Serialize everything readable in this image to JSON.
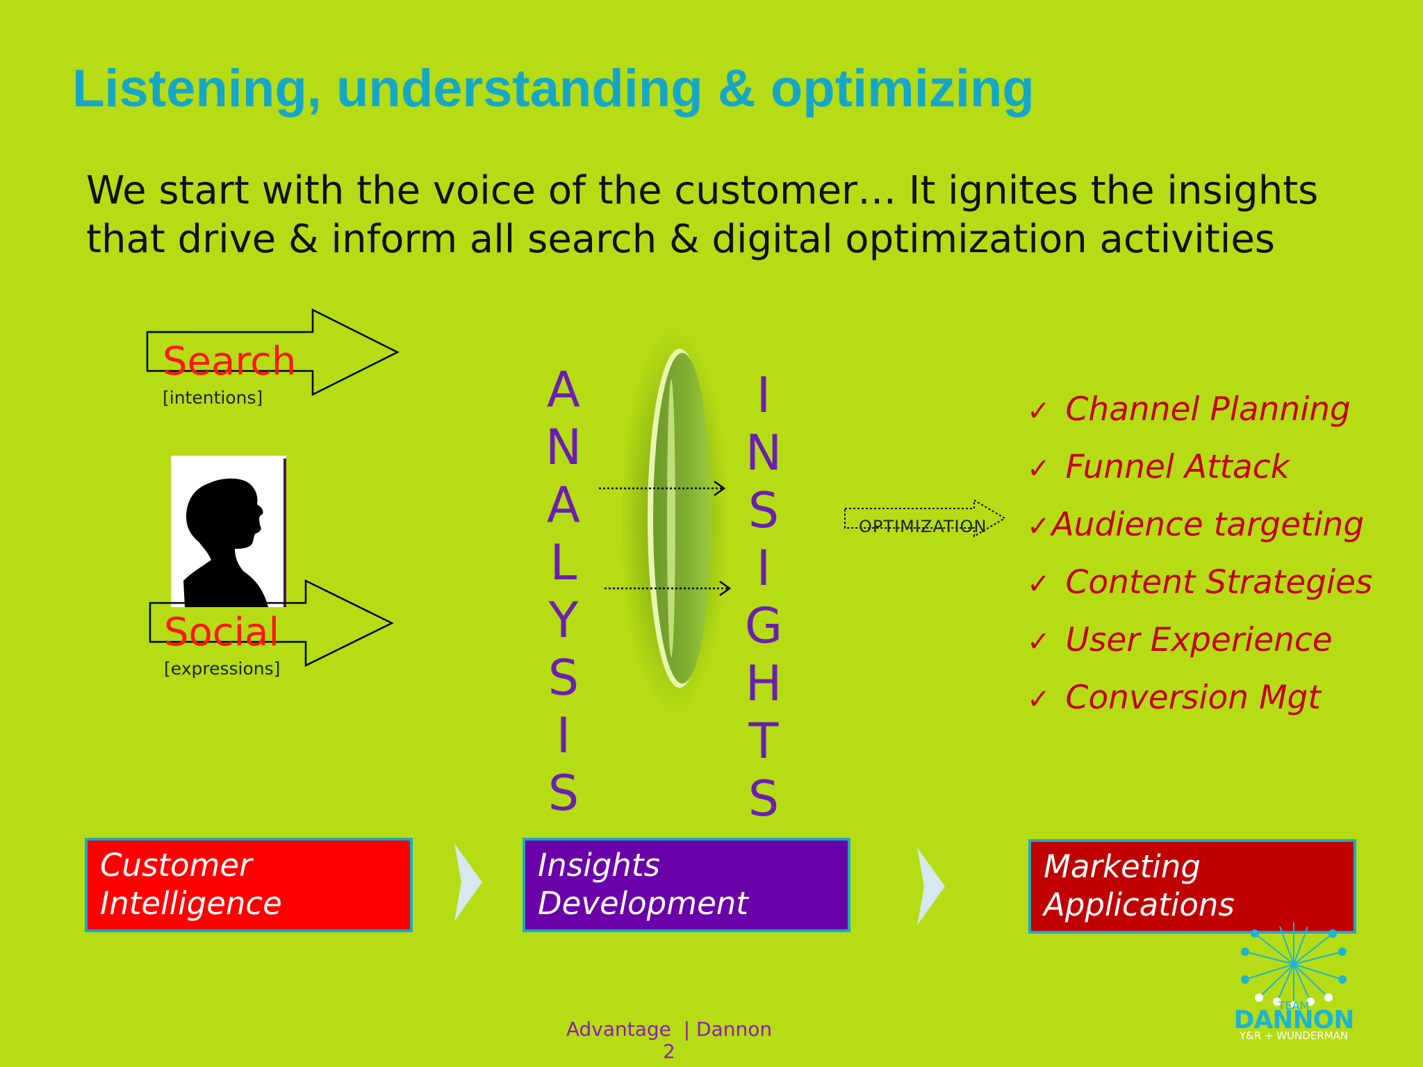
{
  "slide": {
    "title": "Listening, understanding & optimizing",
    "intro": "We start with the voice of the customer… It ignites the insights that drive & inform all search & digital optimization activities"
  },
  "sources": {
    "search": {
      "label": "Search",
      "sublabel": "[intentions]"
    },
    "social": {
      "label": "Social",
      "sublabel": "[expressions]"
    }
  },
  "analysis_letters": [
    "A",
    "N",
    "A",
    "L",
    "Y",
    "S",
    "I",
    "S"
  ],
  "insights_letters": [
    "I",
    "N",
    "S",
    "I",
    "G",
    "H",
    "T",
    "S"
  ],
  "optimization_label": "OPTIMIZATION",
  "applications": {
    "check_glyph": "✓",
    "items": [
      "Channel Planning",
      "Funnel Attack",
      "Audience targeting",
      "Content Strategies",
      "User Experience",
      "Conversion Mgt"
    ]
  },
  "stages": [
    {
      "line1": "Customer",
      "line2": "Intelligence",
      "color": "#ff0000"
    },
    {
      "line1": "Insights",
      "line2": "Development",
      "color": "#6a00a8"
    },
    {
      "line1": "Marketing",
      "line2": "Applications",
      "color": "#c00000"
    }
  ],
  "footer": {
    "line1": "Advantage  | Dannon",
    "page_number": "2"
  },
  "logo": {
    "team": "TEAM",
    "name": "DANNON",
    "agencies": "Y&R + WUNDERMAN"
  },
  "colors": {
    "background": "#b5dc14",
    "title": "#16a7c6",
    "purple_letters": "#6b1fb0",
    "application_red": "#c4001b",
    "source_red": "#ff1515"
  }
}
